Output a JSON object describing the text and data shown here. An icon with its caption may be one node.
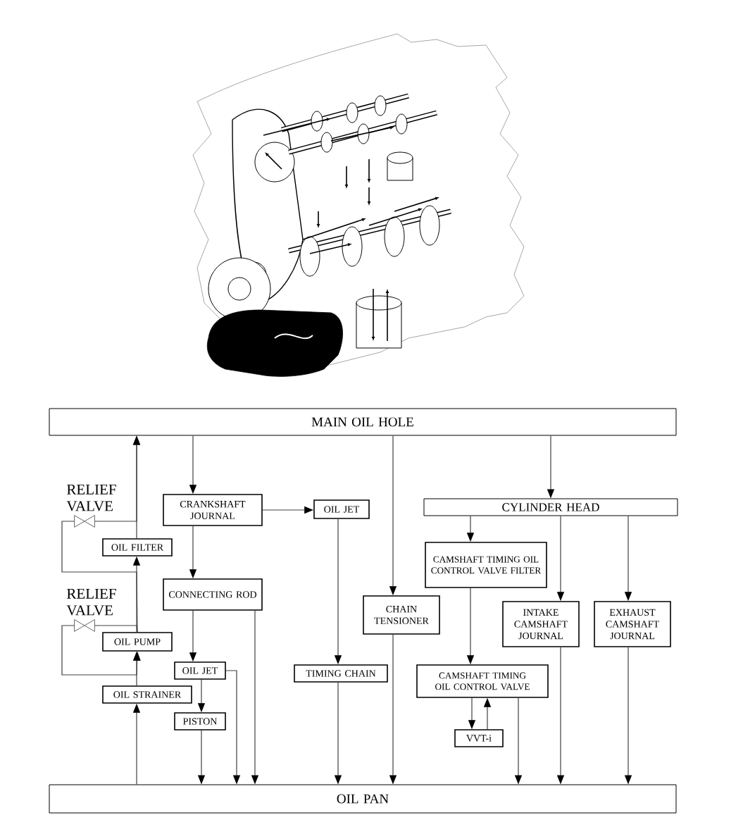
{
  "diagram": {
    "nodes": [
      {
        "text": [
          "MAIN OIL HOLE"
        ]
      },
      {
        "text": [
          "RELIEF VALVE"
        ]
      },
      {
        "text": [
          "CRANKSHAFT JOURNAL"
        ]
      },
      {
        "text": [
          "OIL JET"
        ]
      },
      {
        "text": [
          "CYLINDER HEAD"
        ]
      },
      {
        "text": [
          "OIL FILTER"
        ]
      },
      {
        "text": [
          "CAMSHAFT TIMING OIL CONTROL VALVE FILTER"
        ]
      },
      {
        "text": [
          "RELIEF VALVE"
        ]
      },
      {
        "text": [
          "CONNECTING ROD"
        ]
      },
      {
        "text": [
          "CHAIN TENSIONER"
        ]
      },
      {
        "text": [
          "INTAKE CAMSHAFT JOURNAL"
        ]
      },
      {
        "text": [
          "EXHAUST CAMSHAFT JOURNAL"
        ]
      },
      {
        "text": [
          "OIL PUMP"
        ]
      },
      {
        "text": [
          "OIL JET"
        ]
      },
      {
        "text": [
          "TIMING CHAIN"
        ]
      },
      {
        "text": [
          "CAMSHAFT TIMING OIL CONTROL VALVE"
        ]
      },
      {
        "text": [
          "OIL STRAINER"
        ]
      },
      {
        "text": [
          "PISTON"
        ]
      },
      {
        "text": [
          "VVT-i"
        ]
      },
      {
        "text": [
          "OIL PAN"
        ]
      }
    ],
    "edges": [
      {
        "from": 19,
        "to": 16,
        "arrow": "to"
      },
      {
        "from": 16,
        "to": 12,
        "arrow": "to"
      },
      {
        "from": 12,
        "to": 5,
        "arrow": "to"
      },
      {
        "from": 5,
        "to": 0,
        "arrow": "to"
      },
      {
        "from": 12,
        "to": 1,
        "arrow": "none"
      },
      {
        "from": 1,
        "to": 0,
        "arrow": "to"
      },
      {
        "from": 12,
        "to": 7,
        "arrow": "none"
      },
      {
        "from": 7,
        "to": 12,
        "arrow": "to"
      },
      {
        "from": 0,
        "to": 2,
        "arrow": "to"
      },
      {
        "from": 2,
        "to": 3,
        "arrow": "to"
      },
      {
        "from": 2,
        "to": 8,
        "arrow": "to"
      },
      {
        "from": 8,
        "to": 13,
        "arrow": "to"
      },
      {
        "from": 13,
        "to": 17,
        "arrow": "to"
      },
      {
        "from": 13,
        "to": 19,
        "arrow": "to"
      },
      {
        "from": 17,
        "to": 19,
        "arrow": "to"
      },
      {
        "from": 8,
        "to": 19,
        "arrow": "to"
      },
      {
        "from": 3,
        "to": 14,
        "arrow": "to"
      },
      {
        "from": 14,
        "to": 19,
        "arrow": "to"
      },
      {
        "from": 0,
        "to": 9,
        "arrow": "to"
      },
      {
        "from": 9,
        "to": 19,
        "arrow": "to"
      },
      {
        "from": 0,
        "to": 4,
        "arrow": "to"
      },
      {
        "from": 4,
        "to": 6,
        "arrow": "to"
      },
      {
        "from": 4,
        "to": 10,
        "arrow": "to"
      },
      {
        "from": 4,
        "to": 11,
        "arrow": "to"
      },
      {
        "from": 6,
        "to": 15,
        "arrow": "to"
      },
      {
        "from": 15,
        "to": 18,
        "arrow": "to"
      },
      {
        "from": 18,
        "to": 15,
        "arrow": "to"
      },
      {
        "from": 15,
        "to": 19,
        "arrow": "to"
      },
      {
        "from": 10,
        "to": 19,
        "arrow": "to"
      },
      {
        "from": 11,
        "to": 19,
        "arrow": "to"
      }
    ]
  }
}
